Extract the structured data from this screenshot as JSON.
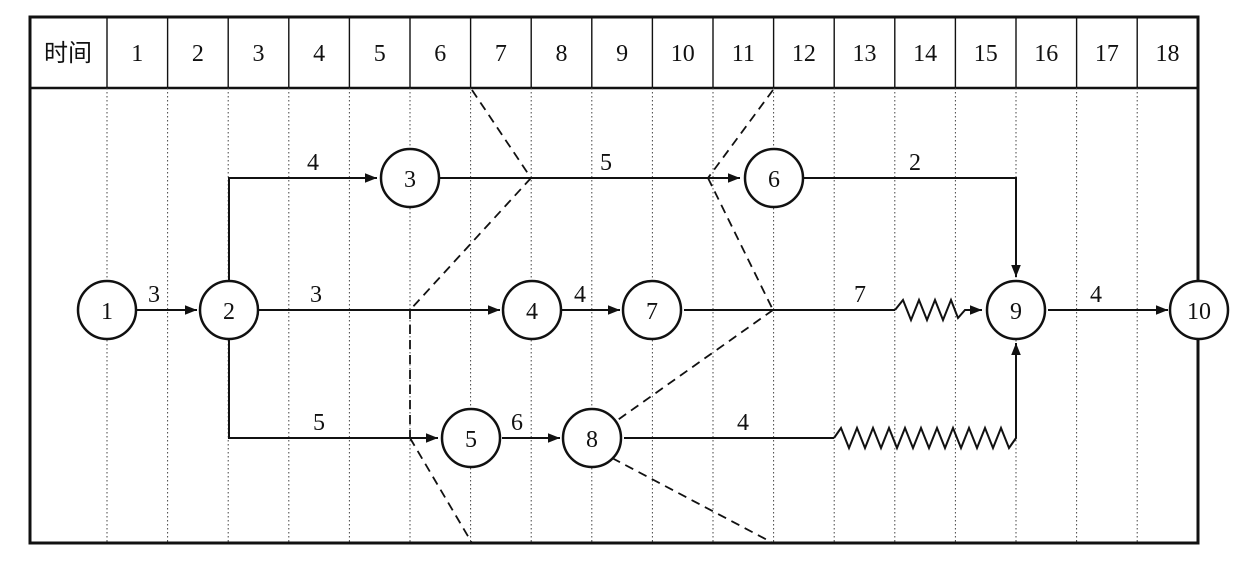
{
  "header": {
    "time_label": "时间",
    "columns": [
      "1",
      "2",
      "3",
      "4",
      "5",
      "6",
      "7",
      "8",
      "9",
      "10",
      "11",
      "12",
      "13",
      "14",
      "15",
      "16",
      "17",
      "18"
    ]
  },
  "nodes": [
    {
      "id": "1",
      "label": "1"
    },
    {
      "id": "2",
      "label": "2"
    },
    {
      "id": "3",
      "label": "3"
    },
    {
      "id": "4",
      "label": "4"
    },
    {
      "id": "5",
      "label": "5"
    },
    {
      "id": "6",
      "label": "6"
    },
    {
      "id": "7",
      "label": "7"
    },
    {
      "id": "8",
      "label": "8"
    },
    {
      "id": "9",
      "label": "9"
    },
    {
      "id": "10",
      "label": "10"
    }
  ],
  "activities": [
    {
      "from": "1",
      "to": "2",
      "duration": "3"
    },
    {
      "from": "2",
      "to": "3",
      "duration": "4"
    },
    {
      "from": "2",
      "to": "4",
      "duration": "3"
    },
    {
      "from": "2",
      "to": "5",
      "duration": "5"
    },
    {
      "from": "3",
      "to": "6",
      "duration": "5"
    },
    {
      "from": "4",
      "to": "7",
      "duration": "4"
    },
    {
      "from": "5",
      "to": "8",
      "duration": "6"
    },
    {
      "from": "6",
      "to": "9",
      "duration": "2"
    },
    {
      "from": "7",
      "to": "9",
      "duration": "7"
    },
    {
      "from": "8",
      "to": "9",
      "duration": "4"
    },
    {
      "from": "9",
      "to": "10",
      "duration": "4"
    }
  ]
}
